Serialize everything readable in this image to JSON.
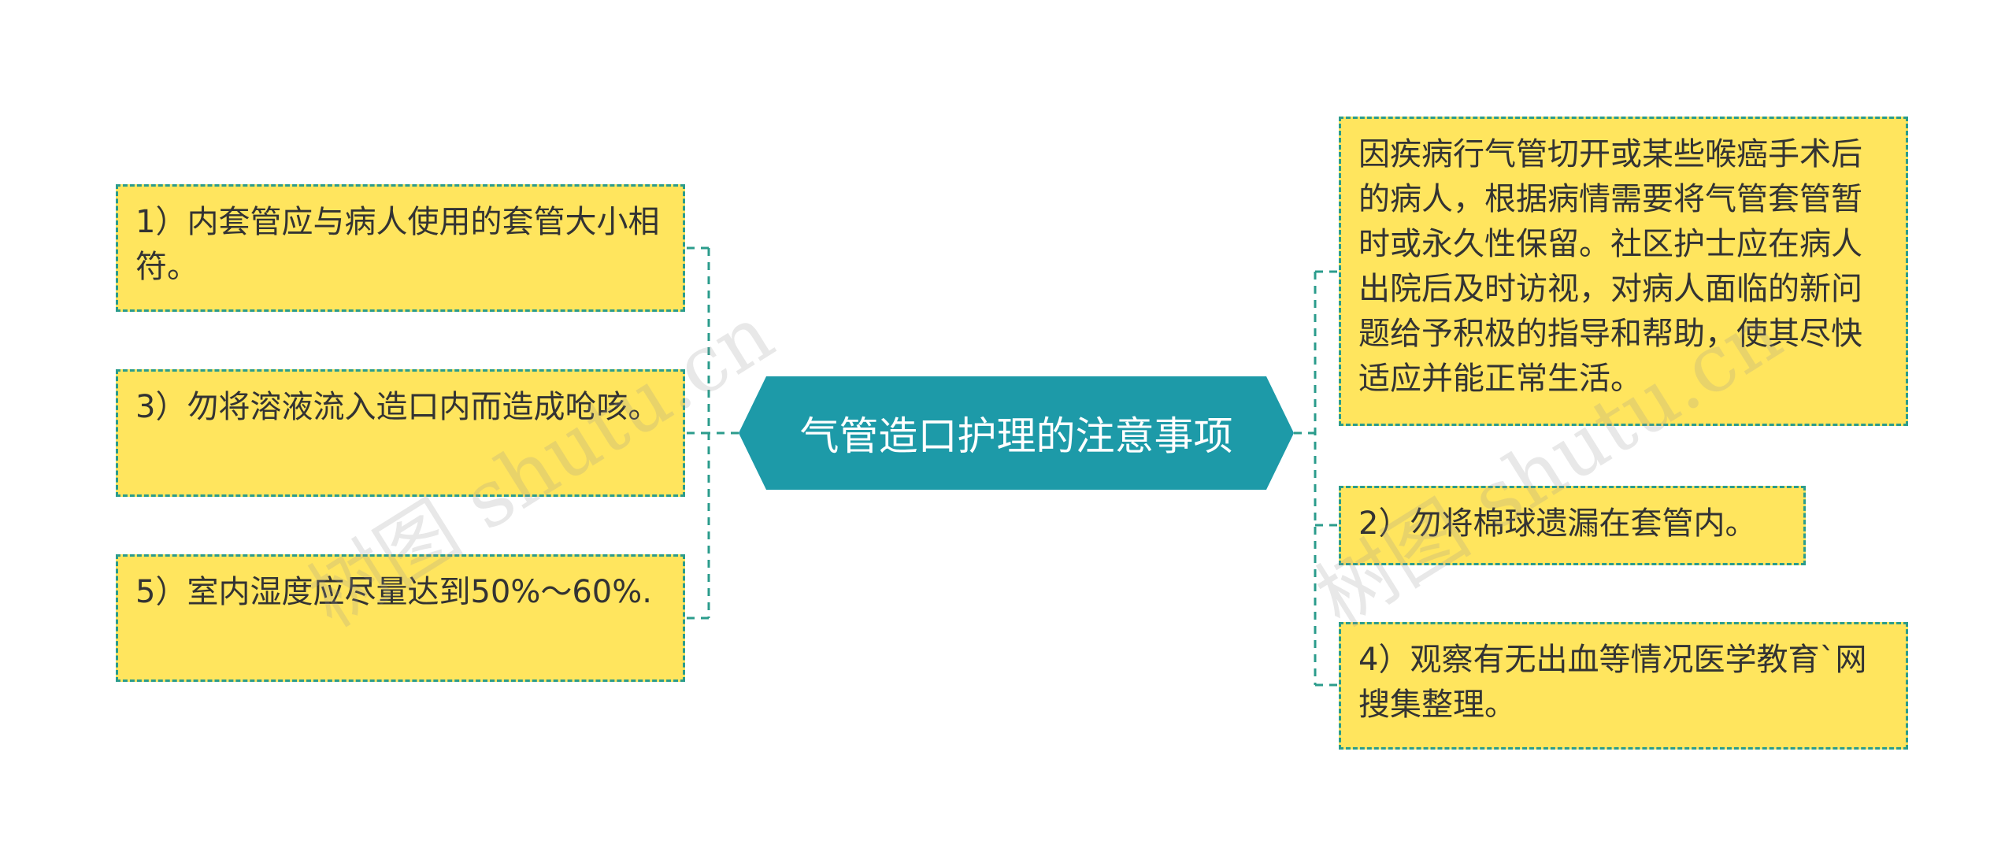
{
  "center": {
    "title": "气管造口护理的注意事项"
  },
  "left_nodes": [
    {
      "text": "1）内套管应与病人使用的套管大小相符。"
    },
    {
      "text": "3）勿将溶液流入造口内而造成呛咳。"
    },
    {
      "text": "5）室内湿度应尽量达到50%～60%."
    }
  ],
  "right_nodes": [
    {
      "text": "因疾病行气管切开或某些喉癌手术后的病人，根据病情需要将气管套管暂时或永久性保留。社区护士应在病人出院后及时访视，对病人面临的新问题给予积极的指导和帮助，使其尽快适应并能正常生活。"
    },
    {
      "text": "2）勿将棉球遗漏在套管内。"
    },
    {
      "text": "4）观察有无出血等情况医学教育`网搜集整理。"
    }
  ],
  "watermarks": [
    "树图 shutu.cn",
    "树图 shutu.cn"
  ],
  "colors": {
    "node_fill": "#ffe55e",
    "node_border": "#2b9c8c",
    "center_fill": "#1d9aa8",
    "center_text": "#ffffff"
  }
}
